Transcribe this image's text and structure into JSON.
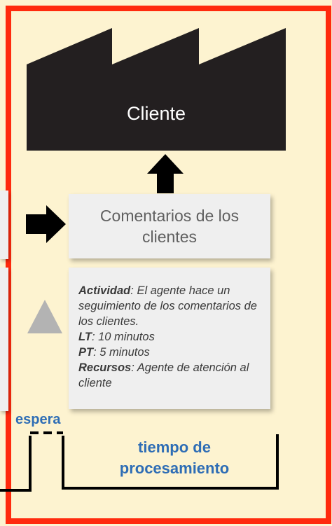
{
  "customer": {
    "label": "Cliente"
  },
  "process": {
    "title": "Comentarios de los clientes"
  },
  "info": {
    "activity_label": "Actividad",
    "activity_text": ": El agente hace un seguimiento de los comentarios de los clientes.",
    "lt_label": "LT",
    "lt_text": ": 10 minutos",
    "pt_label": "PT",
    "pt_text": ": 5 minutos",
    "resources_label": "Recursos",
    "resources_text": ": Agente de atención al cliente"
  },
  "timeline": {
    "wait_label": "espera",
    "processing_label": "tiempo de procesamiento"
  },
  "colors": {
    "background": "#fdf3d0",
    "frame": "#ff2a0d",
    "factory": "#231f20",
    "timeline_text": "#2e6db5",
    "inventory_triangle": "#b3b3b3"
  }
}
